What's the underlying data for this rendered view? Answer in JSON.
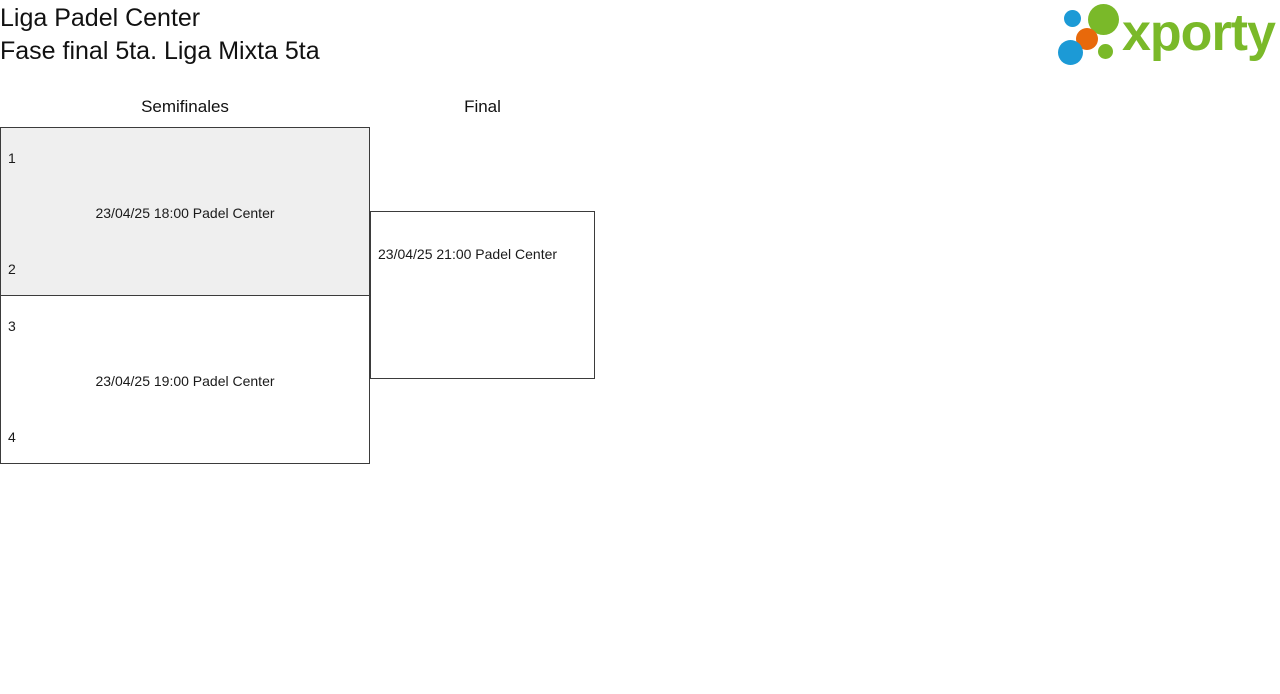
{
  "header": {
    "title_line1": "Liga Padel Center",
    "title_line2": "Fase final 5ta. Liga Mixta 5ta",
    "logo_word": "xporty",
    "logo_colors": {
      "green": "#7ab929",
      "blue": "#1c9ad6",
      "orange": "#e8690b"
    }
  },
  "bracket": {
    "rounds": [
      {
        "label": "Semifinales"
      },
      {
        "label": "Final"
      }
    ],
    "matches": [
      {
        "round": "Semifinales",
        "seed_top": "1",
        "seed_bottom": "2",
        "info": "23/04/25 18:00 Padel Center",
        "date": "23/04/25",
        "time": "18:00",
        "venue": "Padel Center",
        "highlighted": true,
        "background": "#efefef"
      },
      {
        "round": "Semifinales",
        "seed_top": "3",
        "seed_bottom": "4",
        "info": "23/04/25 19:00 Padel Center",
        "date": "23/04/25",
        "time": "19:00",
        "venue": "Padel Center",
        "highlighted": false,
        "background": "#ffffff"
      },
      {
        "round": "Final",
        "seed_top": "",
        "seed_bottom": "",
        "info": "23/04/25 21:00 Padel Center",
        "date": "23/04/25",
        "time": "21:00",
        "venue": "Padel Center",
        "highlighted": false,
        "background": "#ffffff"
      }
    ]
  }
}
